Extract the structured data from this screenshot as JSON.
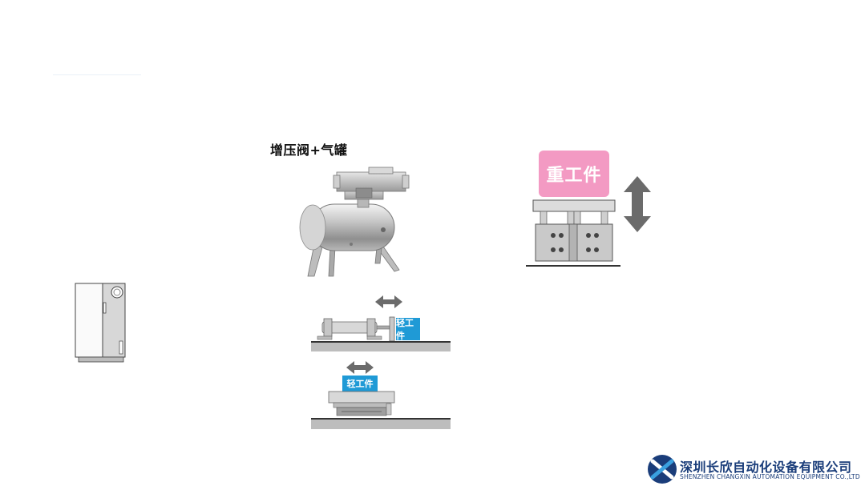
{
  "title": "增压阀+气罐",
  "heavy_workpiece_label": "重工件",
  "light_workpiece_label_1": "轻工件",
  "light_workpiece_label_2": "轻工件",
  "company": {
    "name_cn": "深圳长欣自动化设备有限公司",
    "name_en": "SHENZHEN CHANGXIN AUTOMATION EQUIPMENT CO.,LTD"
  },
  "colors": {
    "heavy_label_bg": "#f39ac3",
    "light_label_bg": "#1f9ad6",
    "arrow": "#6b6b6b",
    "company_blue": "#1a3d7a"
  },
  "icons": [
    "cabinet-icon",
    "booster-valve-tank-icon",
    "double-arrow-icon",
    "cylinder-icon",
    "slide-table-icon",
    "company-logo-icon"
  ]
}
